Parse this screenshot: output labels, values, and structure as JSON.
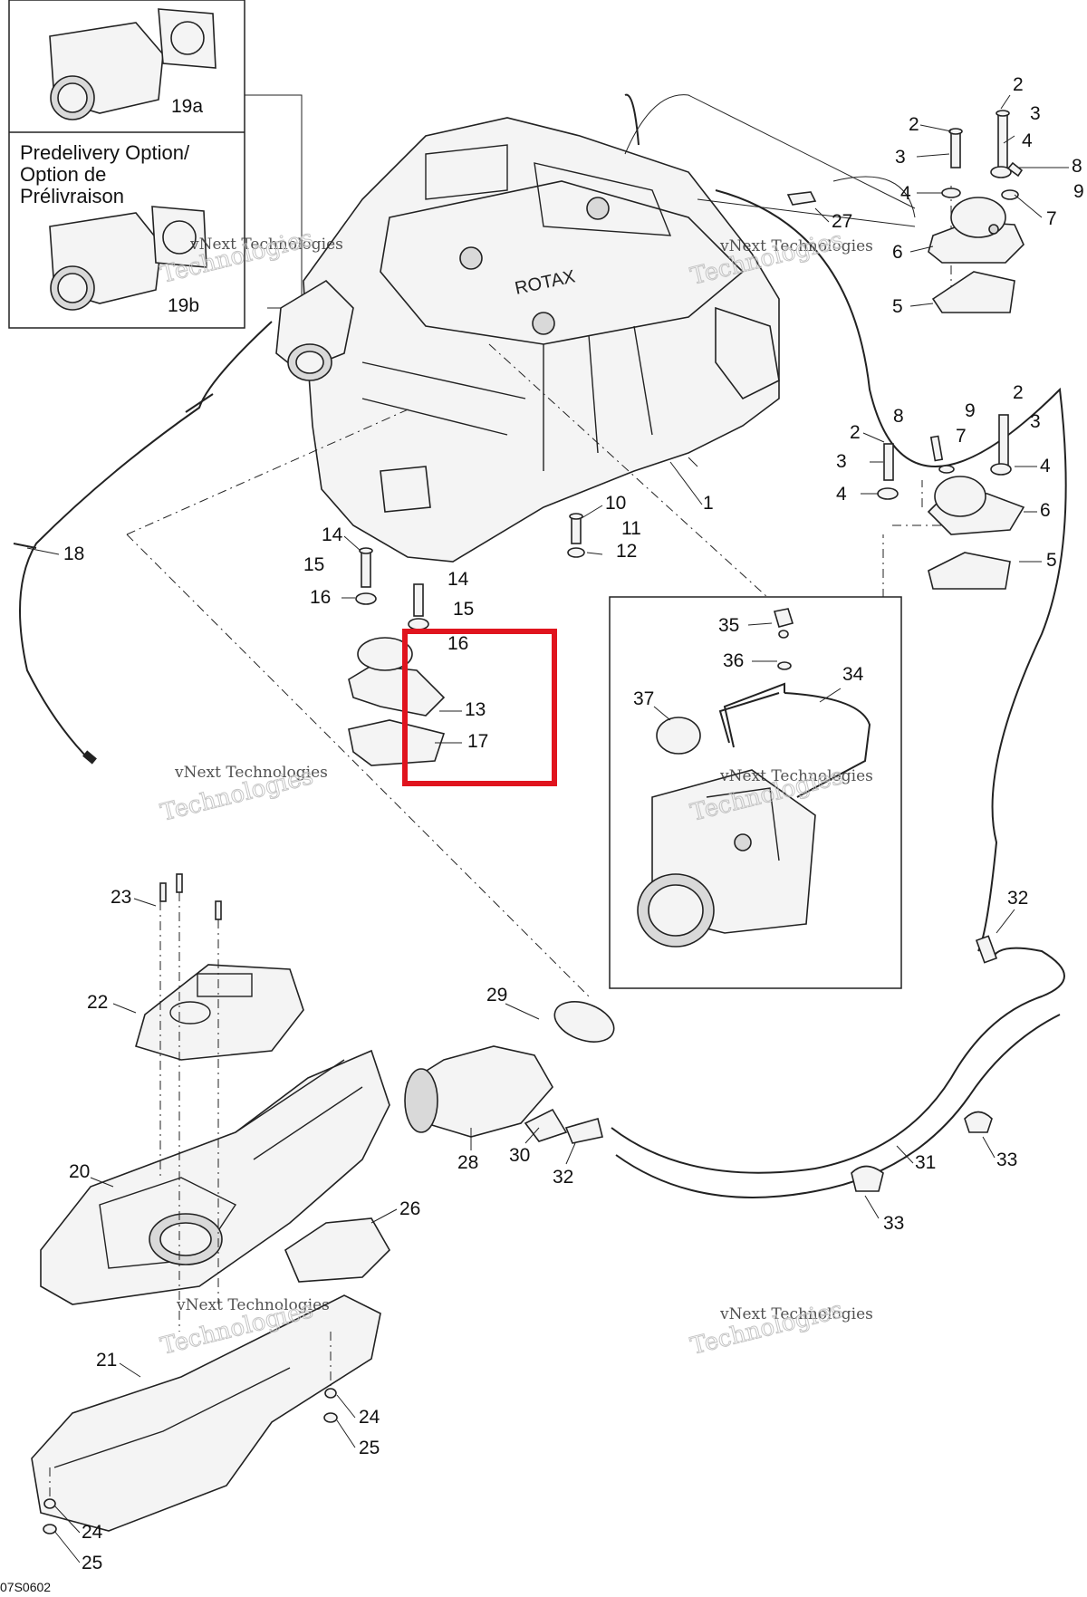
{
  "option_box": {
    "top_label": "19a",
    "title_lines": [
      "Predelivery Option/",
      "Option de",
      "Prélivraison"
    ],
    "bottom_label": "19b"
  },
  "watermark": {
    "brand_line1": "vNext Technologies",
    "brand_line2": "Technologies"
  },
  "labels": {
    "l1": "1",
    "l2a": "2",
    "l2b": "2",
    "l2c": "2",
    "l2d": "2",
    "l3a": "3",
    "l3b": "3",
    "l3c": "3",
    "l3d": "3",
    "l4a": "4",
    "l4b": "4",
    "l4c": "4",
    "l4d": "4",
    "l5a": "5",
    "l5b": "5",
    "l6a": "6",
    "l6b": "6",
    "l7a": "7",
    "l7b": "7",
    "l8a": "8",
    "l8b": "8",
    "l9a": "9",
    "l9b": "9",
    "l10": "10",
    "l11": "11",
    "l12": "12",
    "l13": "13",
    "l14a": "14",
    "l14b": "14",
    "l15a": "15",
    "l15b": "15",
    "l16a": "16",
    "l16b": "16",
    "l17": "17",
    "l18": "18",
    "l20": "20",
    "l21": "21",
    "l22": "22",
    "l23": "23",
    "l24a": "24",
    "l24b": "24",
    "l25a": "25",
    "l25b": "25",
    "l26": "26",
    "l27": "27",
    "l28": "28",
    "l29": "29",
    "l30": "30",
    "l31": "31",
    "l32a": "32",
    "l32b": "32",
    "l33a": "33",
    "l33b": "33",
    "l34": "34",
    "l35": "35",
    "l36": "36",
    "l37": "37"
  },
  "engine_text": "ROTAX",
  "drawing_code": "07S0602",
  "highlight_color": "#e0141e"
}
